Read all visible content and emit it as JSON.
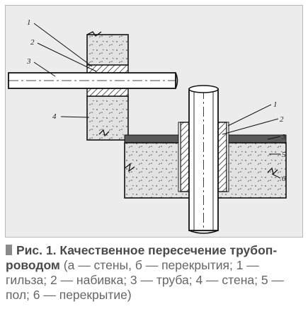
{
  "figure": {
    "labels_a": [
      "1",
      "2",
      "3",
      "4"
    ],
    "labels_b": [
      "1",
      "2",
      "3",
      "5",
      "6"
    ]
  },
  "caption": {
    "title": "Рис. 1. Качественное пересечение трубоп-роводом",
    "description": "(а — стены, б — перекрытия; 1 — гильза; 2 — набивка; 3 — труба; 4 — стена; 5 — пол; 6 — перекрытие)"
  },
  "colors": {
    "panel": "#ececec",
    "caption_text": "#555555",
    "caption_marker": "#8a8a8a"
  }
}
